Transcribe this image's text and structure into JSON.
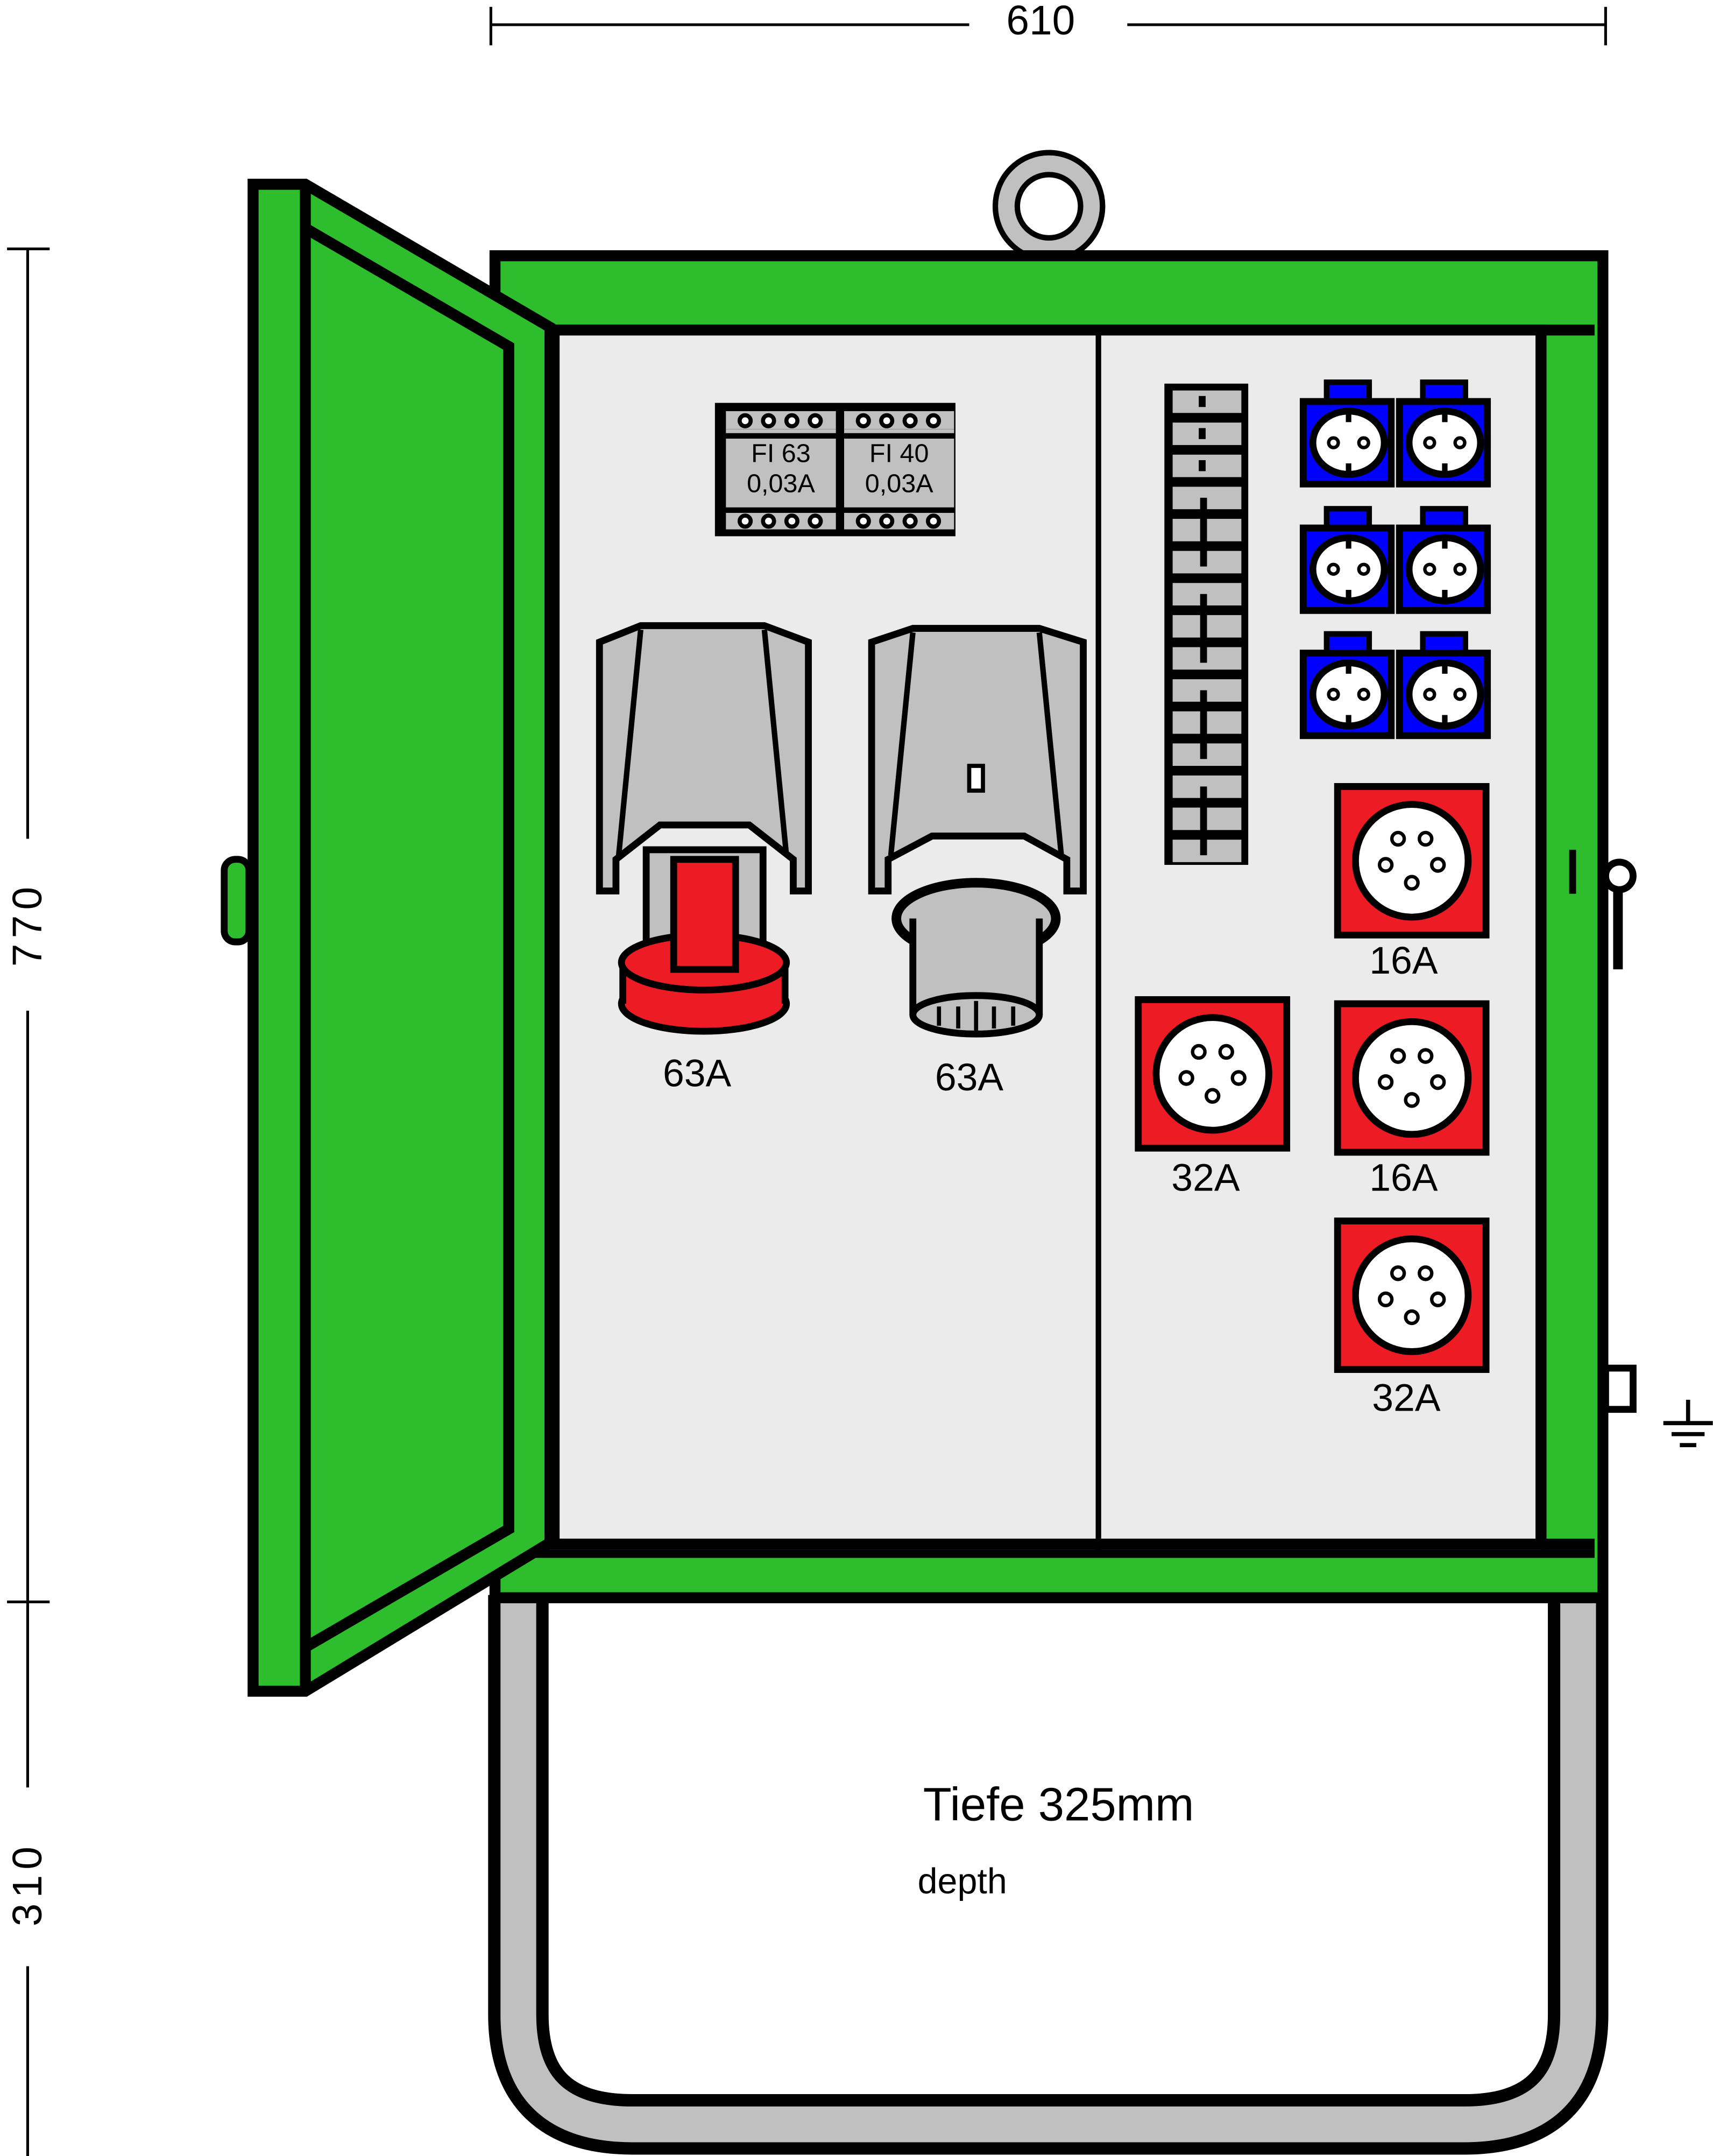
{
  "dimensions": {
    "width": "610",
    "height_cabinet": "770",
    "height_stand": "310"
  },
  "breakers": [
    {
      "name": "FI 63",
      "rating": "0,03A"
    },
    {
      "name": "FI 40",
      "rating": "0,03A"
    }
  ],
  "large_connectors": [
    {
      "type": "socket",
      "label": "63A"
    },
    {
      "type": "plug",
      "label": "63A"
    }
  ],
  "cee_sockets": [
    {
      "label": "16A"
    },
    {
      "label": "32A"
    },
    {
      "label": "16A"
    },
    {
      "label": "32A"
    }
  ],
  "schuko_count": 6,
  "depth": {
    "label": "Tiefe 325mm",
    "sublabel": "depth"
  },
  "colors": {
    "cabinet": "#2dbd2d",
    "panel": "#ebebeb",
    "grey": "#c0c0c0",
    "cee_red": "#ed1c24",
    "schuko_blue": "#0000ff"
  }
}
